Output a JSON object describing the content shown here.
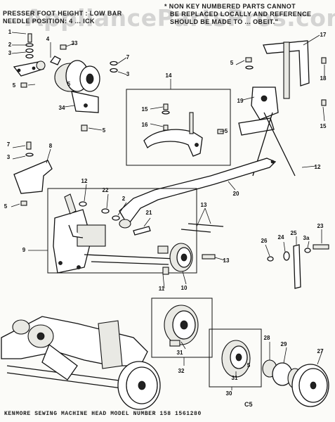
{
  "header": {
    "left_line1": "PRESSER FOOT HEIGHT : LOW BAR",
    "left_line2": "NEEDLE POSITION: 4 ... ICK",
    "right_line1": "* NON KEY NUMBERED PARTS CANNOT",
    "right_line2": "BE REPLACED LOCALLY AND REFERENCE",
    "right_line3": "SHOULD BE MADE TO ... OBEIT.\""
  },
  "watermark": "AppliancePartsPros.com",
  "footer": "KENMORE SEWING MACHINE HEAD MODEL NUMBER 158 1561280",
  "page_code": "C5",
  "callouts": [
    "1",
    "2",
    "3",
    "4",
    "5",
    "33",
    "7",
    "3",
    "5",
    "34",
    "5",
    "14",
    "15",
    "16",
    "5",
    "17",
    "5",
    "18",
    "19",
    "15",
    "12",
    "20",
    "7",
    "3",
    "8",
    "5",
    "12",
    "22",
    "2",
    "21",
    "13",
    "23",
    "26",
    "24",
    "25",
    "3a",
    "9",
    "13",
    "11",
    "10",
    "32",
    "31",
    "28",
    "29",
    "27",
    "30",
    "31",
    "5"
  ],
  "colors": {
    "ink": "#111111",
    "paper": "#fbfbf8",
    "watermark": "#969696"
  }
}
